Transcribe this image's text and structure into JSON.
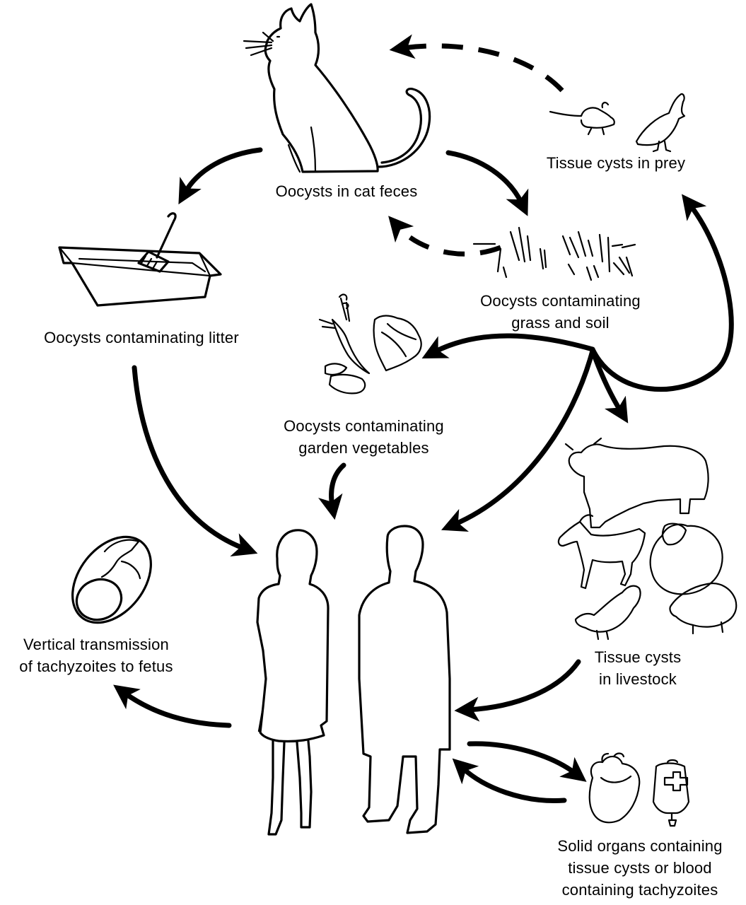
{
  "nodes": {
    "cat": {
      "label": "Oocysts in cat feces",
      "icon": "cat-icon"
    },
    "prey": {
      "label": "Tissue cysts in prey",
      "icon": "mouse-bird-icon"
    },
    "litter": {
      "label": "Oocysts contaminating litter",
      "icon": "litter-box-icon"
    },
    "grass": {
      "lines": [
        "Oocysts contaminating",
        "grass and soil"
      ],
      "icon": "grass-icon"
    },
    "vegetables": {
      "lines": [
        "Oocysts contaminating",
        "garden vegetables"
      ],
      "icon": "vegetables-icon"
    },
    "livestock": {
      "lines": [
        "Tissue cysts",
        "in livestock"
      ],
      "icon": "livestock-icon"
    },
    "fetus": {
      "lines": [
        "Vertical transmission",
        "of tachyzoites to fetus"
      ],
      "icon": "fetus-icon"
    },
    "humans": {
      "icon": "humans-icon"
    },
    "organs": {
      "lines": [
        "Solid organs containing",
        "tissue cysts or blood",
        "containing tachyzoites"
      ],
      "icon": "heart-blood-bag-icon"
    }
  },
  "colors": {
    "ink": "#000000",
    "background": "#ffffff"
  }
}
